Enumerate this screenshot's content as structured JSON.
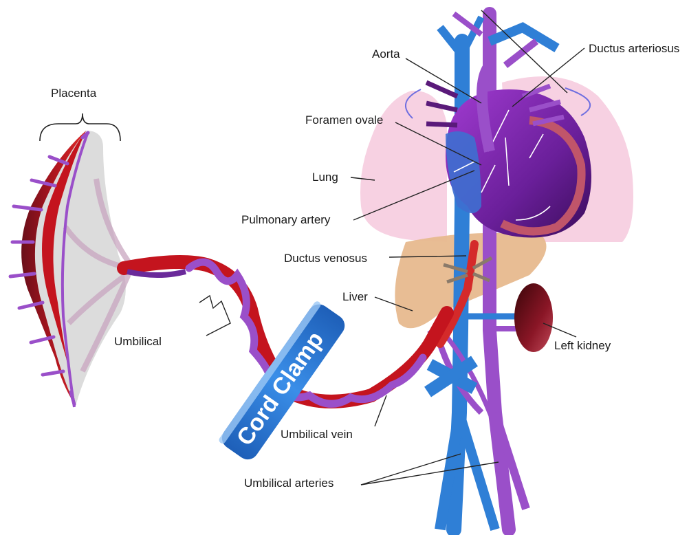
{
  "labels": {
    "placenta": "Placenta",
    "umbilical": "Umbilical",
    "cord_clamp": "Cord Clamp",
    "umbilical_vein": "Umbilical vein",
    "umbilical_arteries": "Umbilical arteries",
    "aorta": "Aorta",
    "ductus_arteriosus": "Ductus arteriosus",
    "foramen_ovale": "Foramen ovale",
    "lung": "Lung",
    "pulmonary_artery": "Pulmonary artery",
    "ductus_venosus": "Ductus venosus",
    "liver": "Liver",
    "left_kidney": "Left kidney"
  },
  "colors": {
    "oxygenated": "#d42a2a",
    "deoxygenated_vein": "#2f7fd6",
    "artery_purple": "#9a4fc9",
    "lung": "#f7cfe0",
    "liver": "#e7b98e",
    "placenta": "#dcdcdc",
    "kidney": "#7a1020",
    "clamp": "#2d7fd8"
  }
}
